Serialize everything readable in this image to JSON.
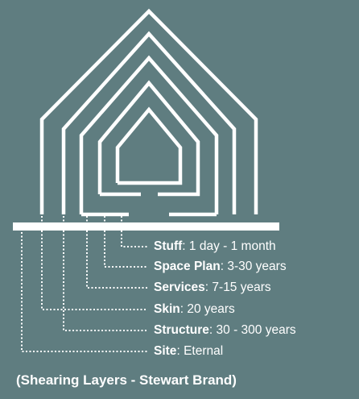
{
  "layers": [
    {
      "name": "Stuff",
      "sep": ":",
      "duration": "1 day - 1 month"
    },
    {
      "name": "Space Plan",
      "sep": ":",
      "duration": "3-30 years"
    },
    {
      "name": "Services",
      "sep": ":",
      "duration": "7-15 years"
    },
    {
      "name": "Skin",
      "sep": ":",
      "duration": "20 years"
    },
    {
      "name": "Structure",
      "sep": ":",
      "duration": "30 - 300 years"
    },
    {
      "name": "Site",
      "sep": ":",
      "duration": "Eternal"
    }
  ],
  "caption": "(Shearing Layers - Stewart Brand)",
  "colors": {
    "background": "#5f7d80",
    "line": "#ffffff"
  }
}
